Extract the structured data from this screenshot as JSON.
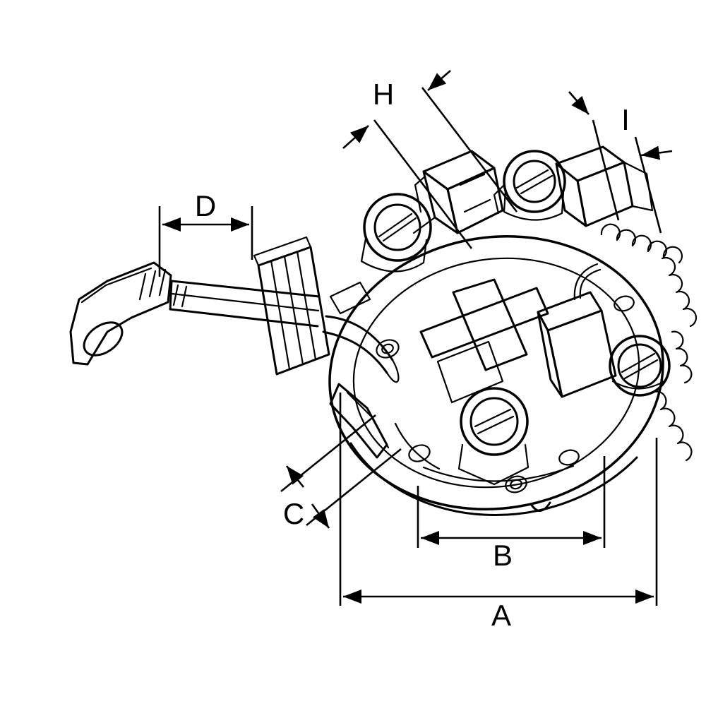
{
  "drawing": {
    "subject": "Brush holder assembly dimensional line drawing",
    "background_color": "#ffffff",
    "line_color": "#000000"
  },
  "dims": {
    "a": "A",
    "b": "B",
    "c": "C",
    "d": "D",
    "h": "H",
    "i": "I"
  }
}
